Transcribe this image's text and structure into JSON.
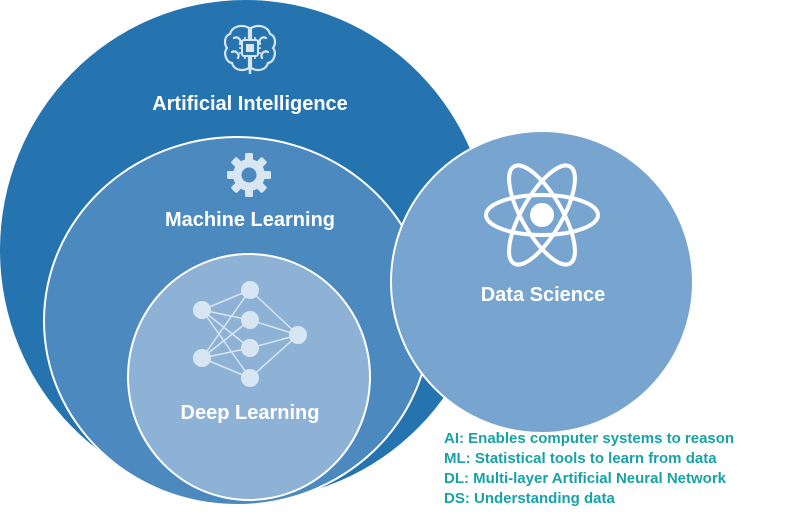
{
  "diagram": {
    "ai": {
      "label": "Artificial Intelligence",
      "icon": "brain-chip-icon"
    },
    "ml": {
      "label": "Machine Learning",
      "icon": "gear-icon"
    },
    "dl": {
      "label": "Deep Learning",
      "icon": "neural-network-icon"
    },
    "ds": {
      "label": "Data Science",
      "icon": "atom-icon"
    }
  },
  "legend": [
    "AI: Enables computer systems to reason",
    "ML: Statistical tools to learn from data",
    "DL: Multi-layer Artificial Neural Network",
    "DS: Understanding data"
  ],
  "colors": {
    "ai": "#2574b0",
    "ml": "#4b89bf",
    "dl": "#8db2d6",
    "ds": "#78a5d0",
    "legend_text": "#17a3a6"
  }
}
